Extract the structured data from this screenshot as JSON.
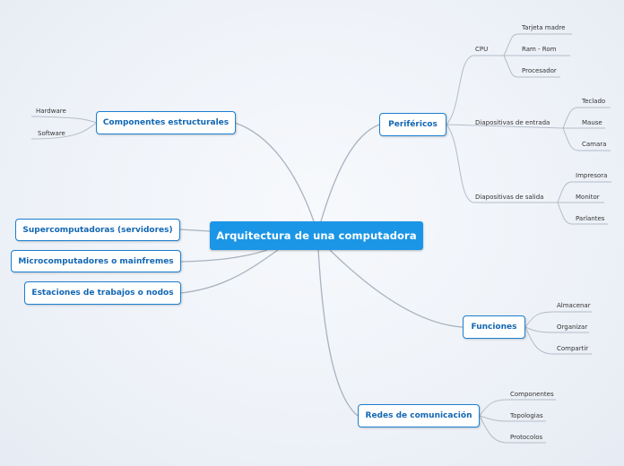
{
  "central": "Arquitectura de una computadora",
  "topics": {
    "componentes": {
      "label": "Componentes estructurales",
      "items": [
        "Hardware",
        "Software"
      ]
    },
    "supercomputadoras": "Supercomputadoras (servidores)",
    "microcomputadores": "Microcomputadores o mainfremes",
    "estaciones": "Estaciones de trabajos o nodos",
    "perifericos": {
      "label": "Periféricos",
      "cpu": {
        "label": "CPU",
        "items": [
          "Tarjeta madre",
          "Ram - Rom",
          "Procesador"
        ]
      },
      "entrada": {
        "label": "Diapositivas de entrada",
        "items": [
          "Teclado",
          "Mause",
          "Camara"
        ]
      },
      "salida": {
        "label": "Diapositivas de salida",
        "items": [
          "Impresora",
          "Monitor",
          "Parlantes"
        ]
      }
    },
    "funciones": {
      "label": "Funciones",
      "items": [
        "Almacenar",
        "Organizar",
        "Compartir"
      ]
    },
    "redes": {
      "label": "Redes de comunicación",
      "items": [
        "Componentes",
        "Topologias",
        "Protocolos"
      ]
    }
  },
  "colors": {
    "central_bg": "#1b96e6",
    "node_border": "#1b7fd1",
    "node_text": "#1267b3",
    "link": "#a9b2bf"
  }
}
